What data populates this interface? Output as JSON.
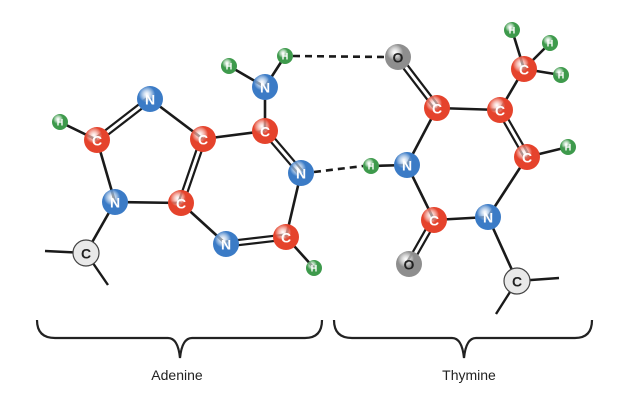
{
  "labels": {
    "adenine": "Adenine",
    "thymine": "Thymine"
  },
  "colors": {
    "C": "#e5432c",
    "N": "#3b7bc6",
    "H": "#3e9a4c",
    "O": "#8e8e8e",
    "backbone": "#e9e9e9"
  },
  "adenine_atoms": [
    "H",
    "C",
    "N",
    "C",
    "C",
    "N",
    "H",
    "H",
    "N",
    "C",
    "H",
    "N",
    "C",
    "N",
    "C"
  ],
  "thymine_atoms": [
    "O",
    "C",
    "C",
    "C",
    "H",
    "H",
    "H",
    "C",
    "H",
    "N",
    "C",
    "O",
    "N",
    "H",
    "C"
  ],
  "hydrogen_bonds": 2
}
